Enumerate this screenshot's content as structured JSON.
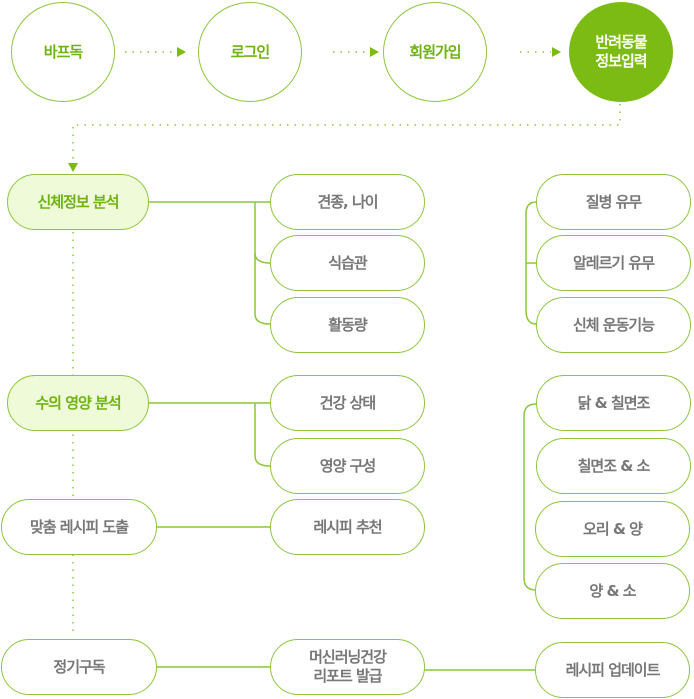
{
  "steps": [
    "바프독",
    "로그인",
    "회원가입",
    "반려동물\n정보입력"
  ],
  "left": [
    "신체정보 분석",
    "수의 영양 분석",
    "맞춤 레시피 도출",
    "정기구독"
  ],
  "middle": [
    "견종, 나이",
    "식습관",
    "활동량",
    "건강 상태",
    "영양 구성",
    "레시피 추천",
    "머신러닝건강\n리포트 발급"
  ],
  "right": [
    "질병 유무",
    "알레르기 유무",
    "신체 운동기능",
    "닭 & 칠면조",
    "칠면조 & 소",
    "오리 & 양",
    "양 & 소",
    "레시피 업데이트"
  ],
  "colors": {
    "accent": "#7cbb14",
    "border": "#8cc63f",
    "text": "#777777",
    "highlight_bg": "#effad9"
  }
}
